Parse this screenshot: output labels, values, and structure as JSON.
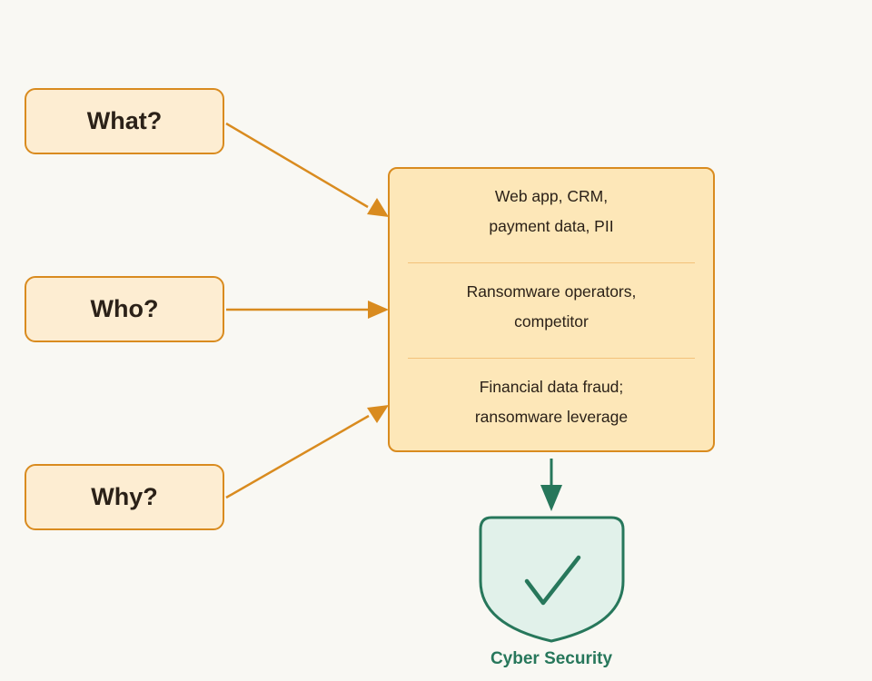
{
  "questions": {
    "what": "What?",
    "who": "Who?",
    "why": "Why?"
  },
  "details": {
    "what": [
      "Web app, CRM,",
      "payment data, PII"
    ],
    "who": [
      "Ransomware operators,",
      "competitor"
    ],
    "why": [
      "Financial data fraud;",
      "ransomware leverage"
    ]
  },
  "result": {
    "label": "Cyber Security",
    "icon": "shield-check-icon"
  },
  "colors": {
    "question_fill": "#fdedd2",
    "info_fill": "#fde7b8",
    "accent_orange": "#d98b1f",
    "divider": "#f3c27a",
    "security_green": "#27775b",
    "shield_fill": "#e1f1ea",
    "background": "#f9f8f3"
  }
}
